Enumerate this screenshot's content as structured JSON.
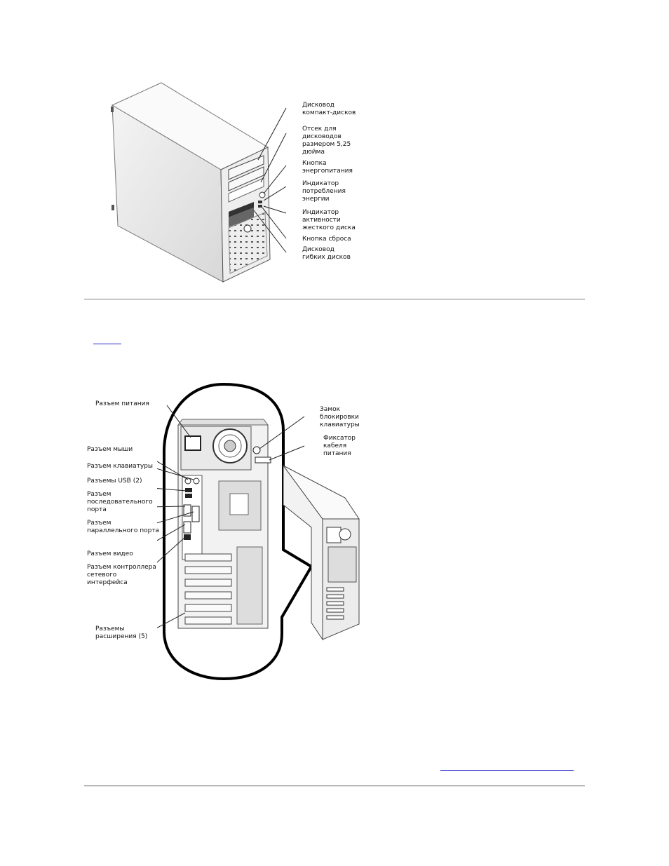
{
  "front_view": {
    "labels": [
      {
        "id": "cd",
        "text": "Дисковод\nкомпакт-дисков"
      },
      {
        "id": "bay",
        "text": "Отсек для\nдисководов\nразмером 5,25\nдюйма"
      },
      {
        "id": "power-btn",
        "text": "Кнопка\nэнергопитания"
      },
      {
        "id": "power-led",
        "text": "Индикатор\nпотребления\nэнергии"
      },
      {
        "id": "hdd-led",
        "text": "Индикатор\nактивности\nжесткого диска"
      },
      {
        "id": "reset",
        "text": "Кнопка сброса"
      },
      {
        "id": "floppy",
        "text": "Дисковод\nгибких дисков"
      }
    ]
  },
  "back_view": {
    "left_labels": [
      {
        "id": "power-conn",
        "text": "Разъем питания"
      },
      {
        "id": "mouse",
        "text": "Разъем мыши"
      },
      {
        "id": "keyboard",
        "text": "Разъем клавиатуры"
      },
      {
        "id": "usb",
        "text": "Разъемы USB (2)"
      },
      {
        "id": "serial",
        "text": "Разъем\nпоследовательного\nпорта"
      },
      {
        "id": "parallel",
        "text": "Разъем\nпараллельного порта"
      },
      {
        "id": "video",
        "text": "Разъем видео"
      },
      {
        "id": "nic",
        "text": "Разъем контроллера\nсетевого\nинтерфейса"
      },
      {
        "id": "expansion",
        "text": "Разъемы\nрасширения (5)"
      }
    ],
    "right_labels": [
      {
        "id": "lock",
        "text": "Замок\nблокировки\nклавиатуры"
      },
      {
        "id": "cable",
        "text": "Фиксатор\nкабеля\nпитания"
      }
    ]
  }
}
